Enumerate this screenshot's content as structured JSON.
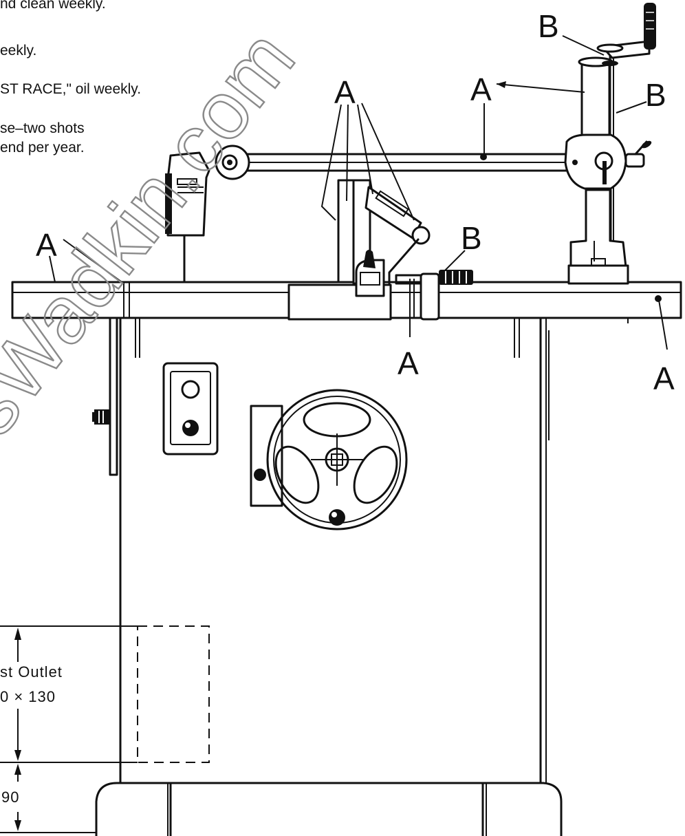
{
  "notes": [
    "nd clean weekly.",
    "eekly.",
    "ST RACE,\" oil weekly.",
    "se–two shots",
    "end per year."
  ],
  "callouts": {
    "a_arm": "A",
    "a_column": "A",
    "a_fence_1": "A",
    "a_fence_2": "A",
    "a_fence_3": "A",
    "a_table_left": "A",
    "a_table_center": "A",
    "a_table_right": "A",
    "b_crank": "B",
    "b_column": "B",
    "b_screw": "B"
  },
  "dimensions": {
    "outlet_label_1": "st Outlet",
    "outlet_label_2": "0 × 130",
    "base_height": "90"
  },
  "watermark": "sWadkin.com"
}
